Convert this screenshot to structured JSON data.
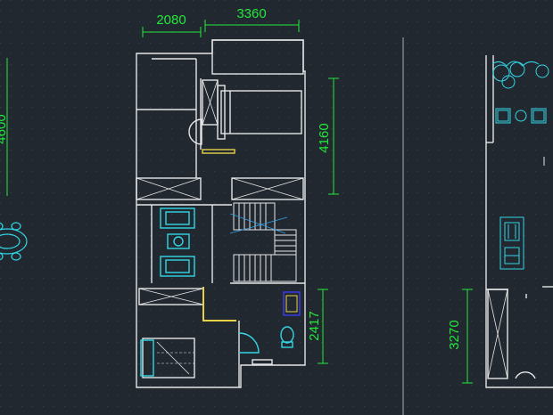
{
  "drawing": {
    "dimensions": {
      "top_left_width": "2080",
      "top_right_width": "3360",
      "right_upper_height": "4160",
      "right_lower_height": "2417",
      "far_left_height": "4600",
      "right_plan_height": "3270"
    },
    "colors": {
      "background": "#212830",
      "walls": "#e6e6e6",
      "dimension": "#22e83a",
      "furniture": "#33d6e6",
      "highlight": "#e6d24a",
      "select": "#3a3ae8"
    }
  }
}
